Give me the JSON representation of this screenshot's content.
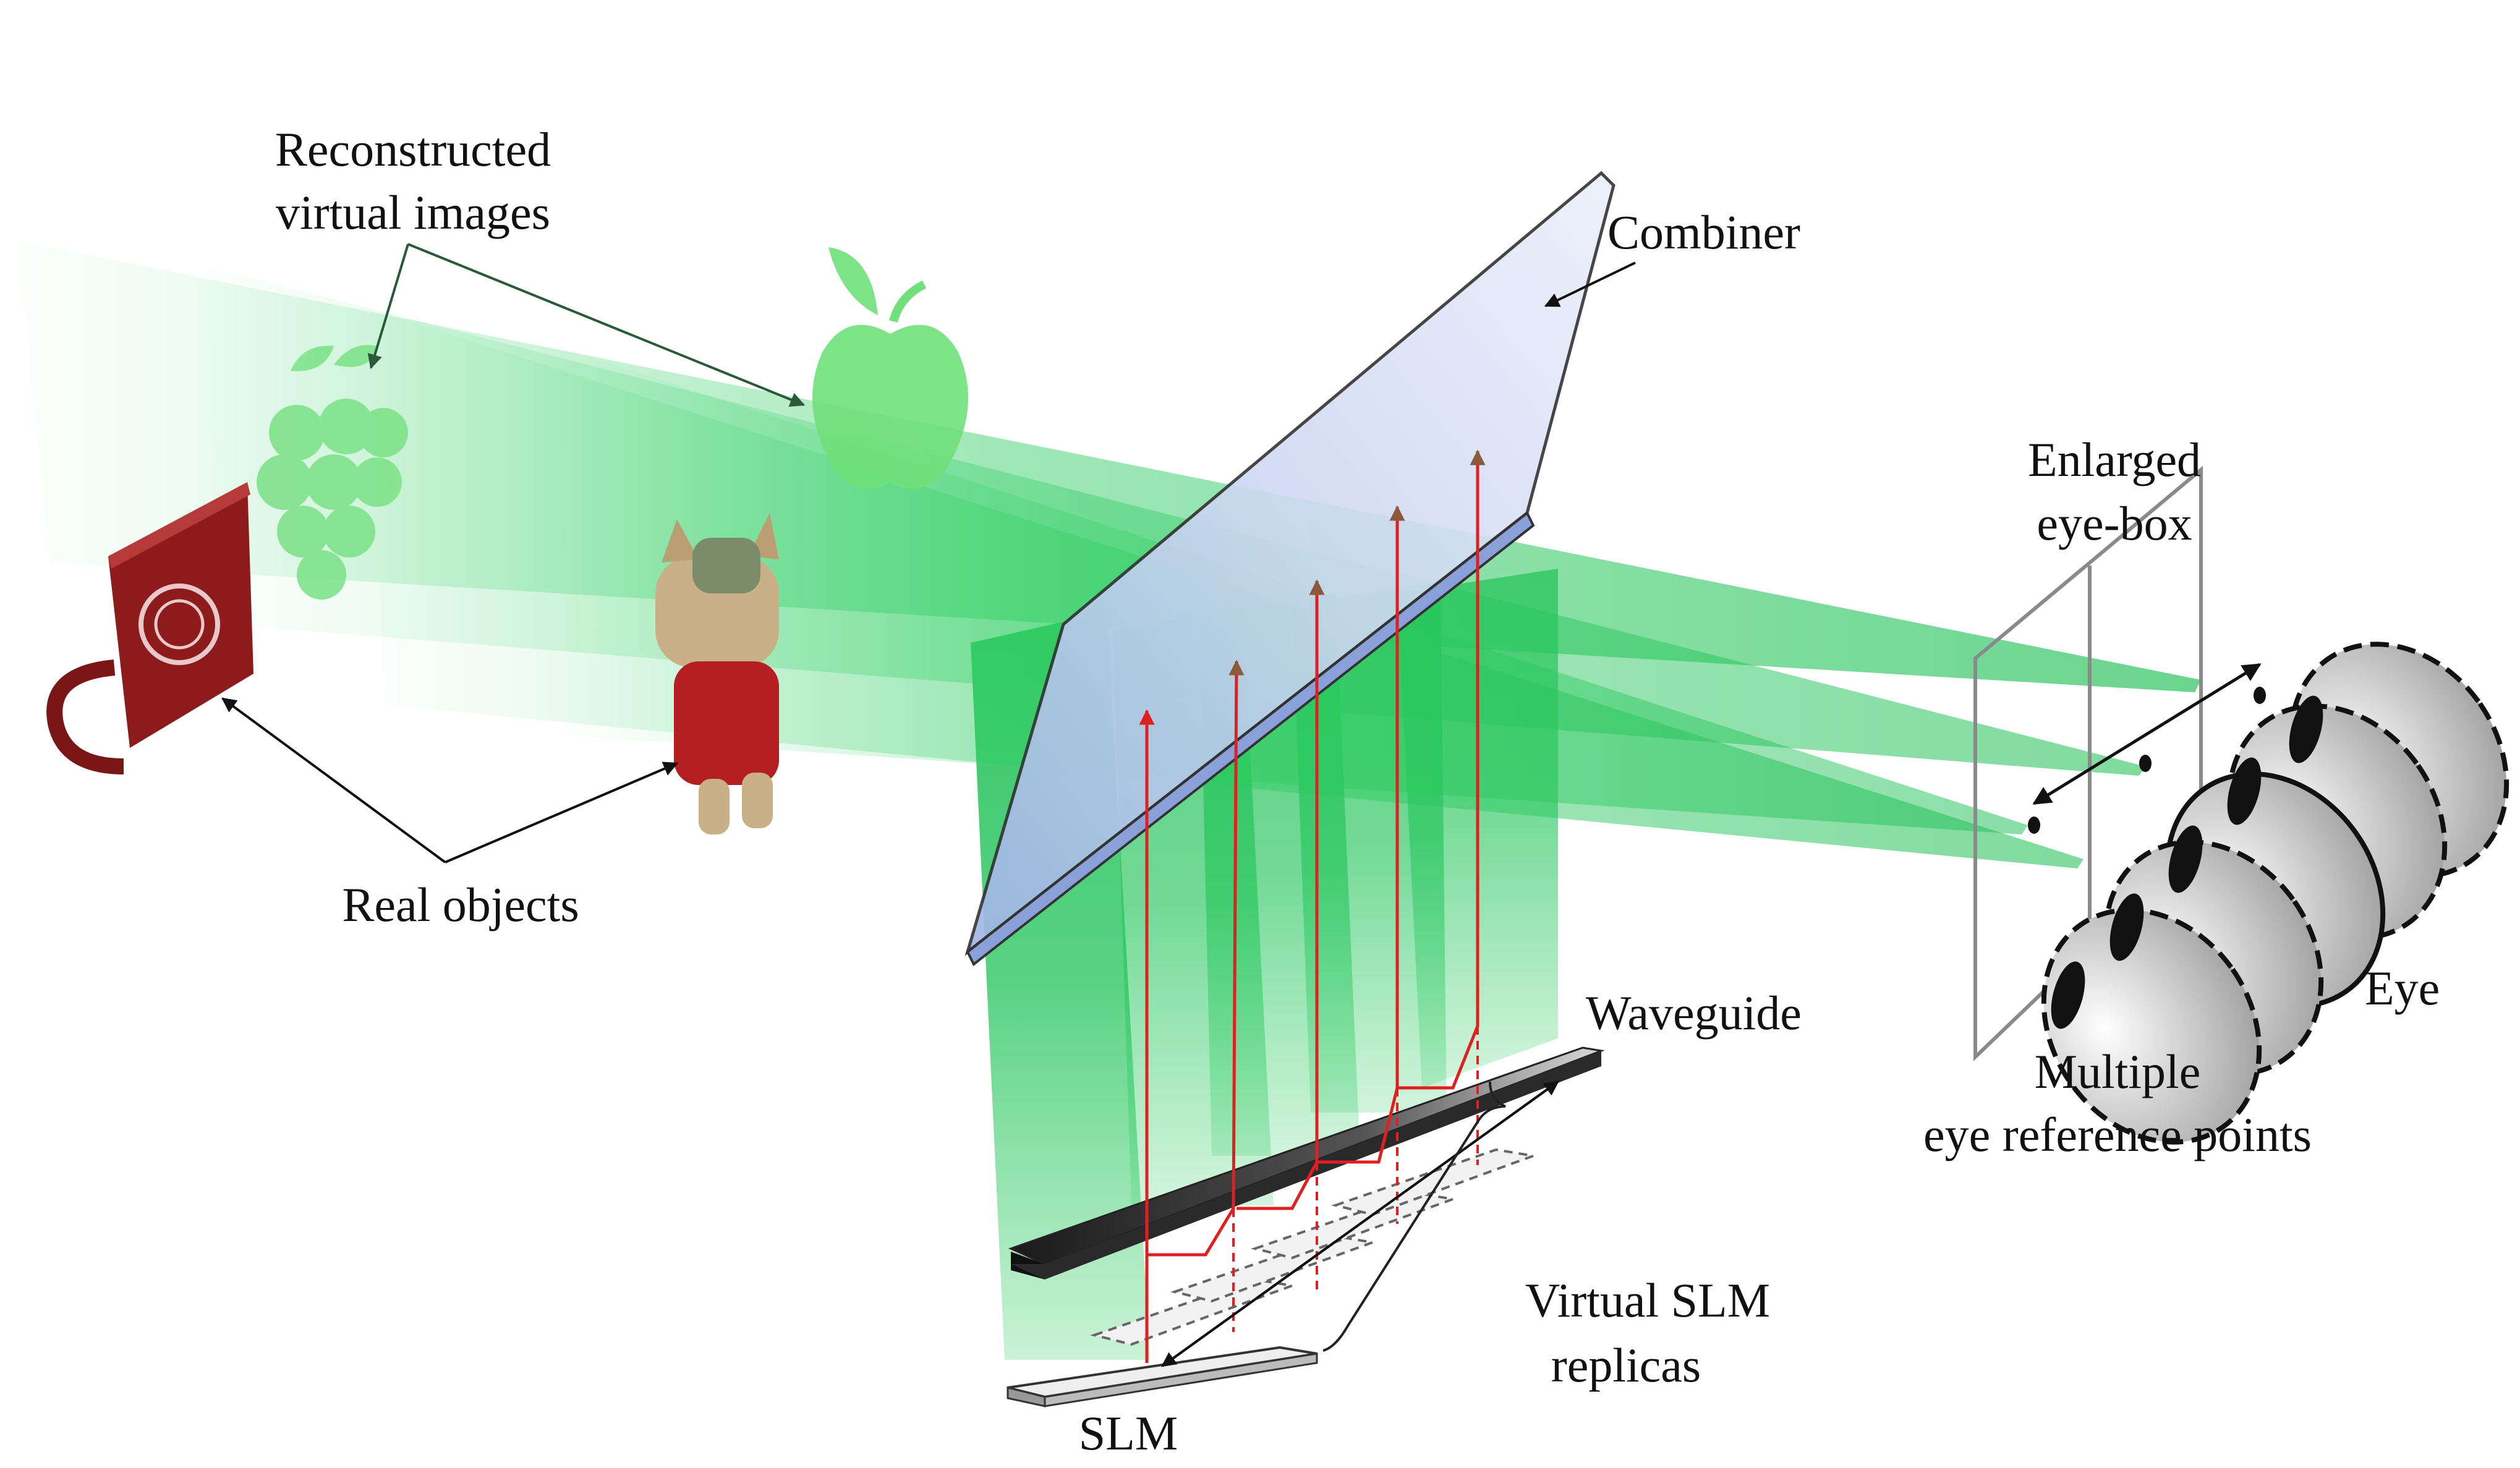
{
  "labels": {
    "reconstructed_line1": "Reconstructed",
    "reconstructed_line2": "virtual images",
    "combiner": "Combiner",
    "enlarged_line1": "Enlarged",
    "enlarged_line2": "eye-box",
    "real_objects": "Real objects",
    "waveguide": "Waveguide",
    "eye": "Eye",
    "multiple_line1": "Multiple",
    "multiple_line2": "eye reference points",
    "virtual_slm_line1": "Virtual SLM",
    "virtual_slm_line2": "replicas",
    "slm": "SLM"
  },
  "colors": {
    "beam_green": "#22c45a",
    "ray_red": "#e02020",
    "combiner_blue": "#a9b9e6",
    "mug_red": "#8e1b1b",
    "fruit_green": "#6fe07a"
  }
}
